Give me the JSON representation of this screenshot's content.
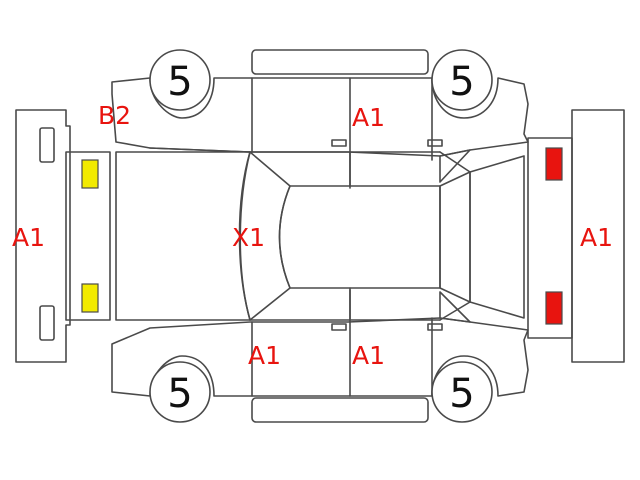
{
  "colors": {
    "outline": "#4a4a4a",
    "code_text": "#e8140f",
    "front_lamp": "#f2ea00",
    "rear_lamp": "#e8140f",
    "tire_number": "#111111"
  },
  "tires": {
    "front_left": "5",
    "front_right": "5",
    "rear_left": "5",
    "rear_right": "5"
  },
  "damage_codes": {
    "front_bumper": "A1",
    "left_front_fender": "B2",
    "left_rear_door": "A1",
    "windshield": "X1",
    "right_front_door": "A1",
    "right_rear_door": "A1",
    "rear_bumper": "A1"
  }
}
